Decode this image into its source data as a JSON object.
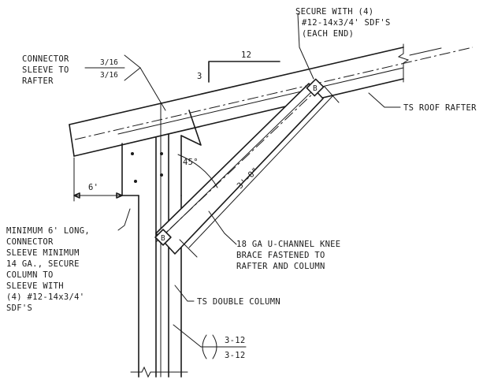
{
  "labels": {
    "secure": [
      "SECURE WITH (4)",
      "#12-14x3/4' SDF'S",
      "(EACH END)"
    ],
    "connector_rafter": [
      "CONNECTOR",
      "SLEEVE TO",
      "RAFTER"
    ],
    "weld_top": "3/16",
    "weld_bottom": "3/16",
    "slope_run": "12",
    "slope_rise": "3",
    "roof_rafter": "TS ROOF RAFTER",
    "dim_6": "6'",
    "angle": "45°",
    "brace_length": "3'-0\"",
    "sleeve_note": [
      "MINIMUM 6' LONG,",
      "CONNECTOR",
      "SLEEVE MINIMUM",
      "14 GA., SECURE",
      "COLUMN TO",
      "SLEEVE WITH",
      "(4) #12-14x3/4'",
      "SDF'S"
    ],
    "knee_brace": [
      "18 GA U-CHANNEL KNEE",
      "BRACE FASTENED TO",
      "RAFTER AND COLUMN"
    ],
    "double_column": "TS DOUBLE COLUMN",
    "column_weld_top": "3-12",
    "column_weld_bottom": "3-12"
  }
}
